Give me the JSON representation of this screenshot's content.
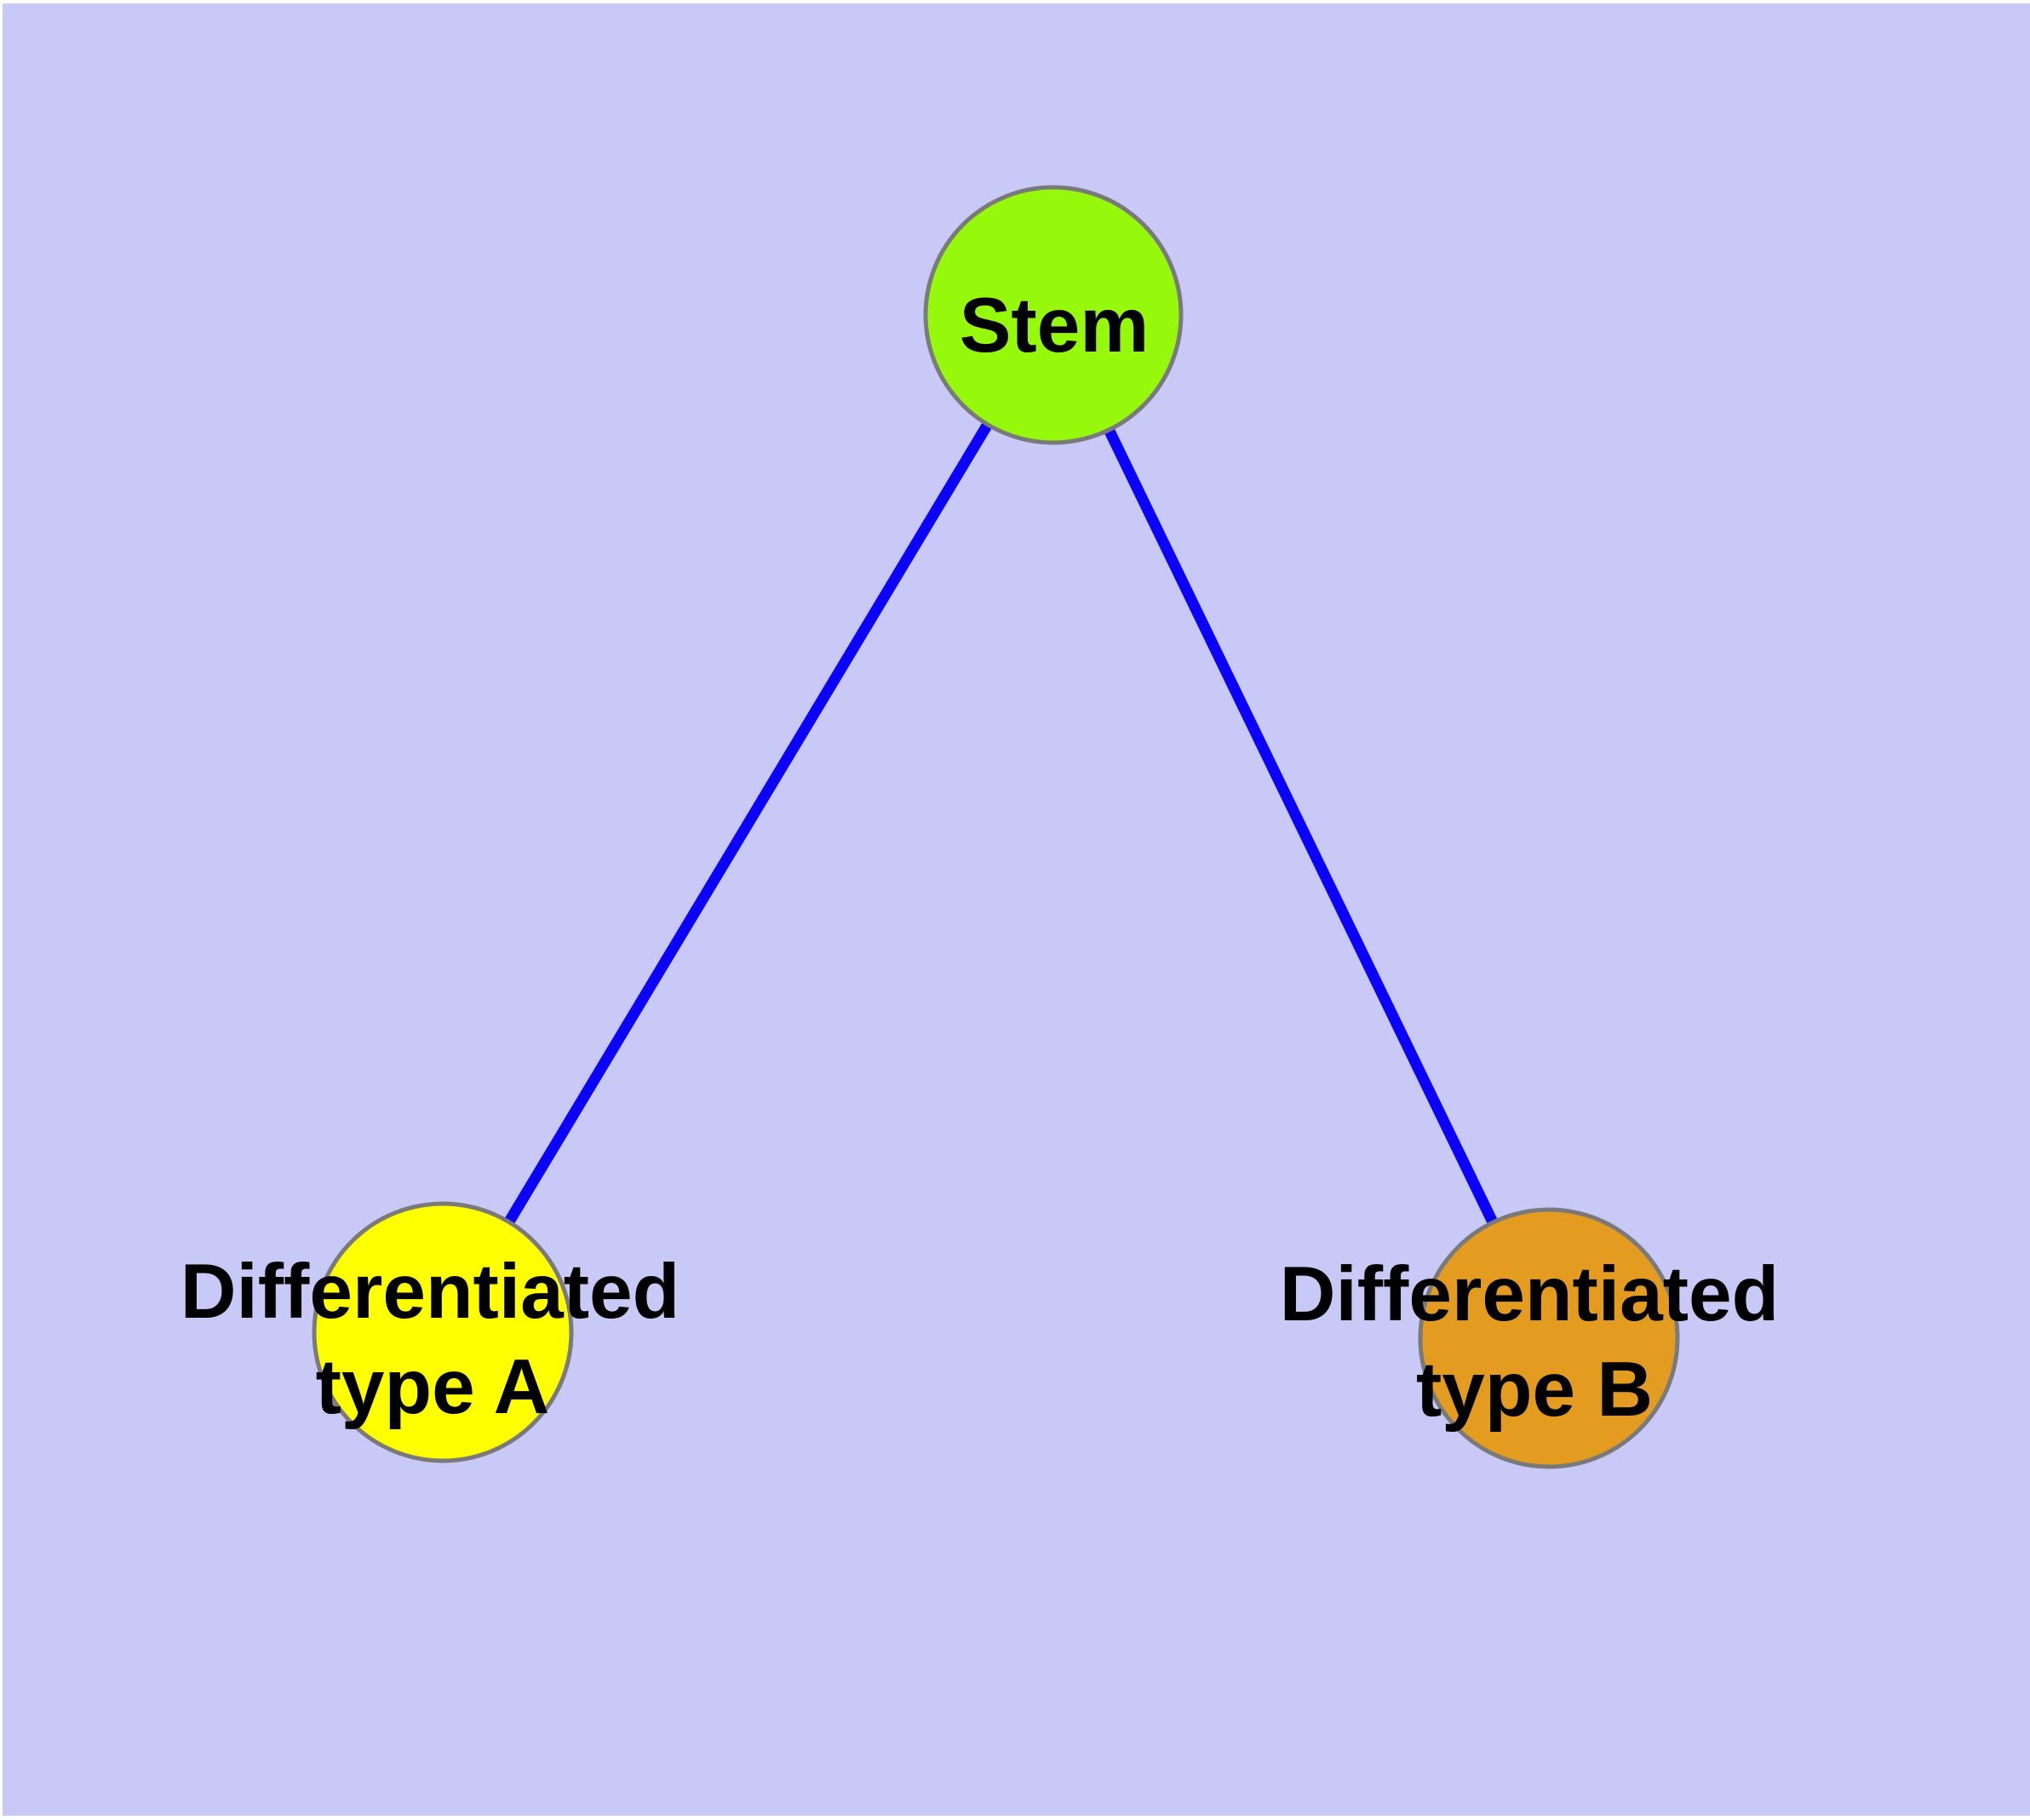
{
  "background_color": "#C9C9F8",
  "page_margin_color": "#FFFFFF",
  "node_border_color": "#7A7A7A",
  "label_text_color": "#000000",
  "graph": {
    "nodes": [
      {
        "id": "stem",
        "lines": [
          "Stem"
        ],
        "color": "#96F80A"
      },
      {
        "id": "differentiated-type-a",
        "lines": [
          "Differentiated",
          "type A"
        ],
        "color": "#FFFF00"
      },
      {
        "id": "differentiated-type-b",
        "lines": [
          "Differentiated",
          "type B"
        ],
        "color": "#E49C20"
      }
    ],
    "edges": [
      {
        "from": "stem",
        "to": "differentiated-type-a",
        "color": "#0B00FA"
      },
      {
        "from": "stem",
        "to": "differentiated-type-b",
        "color": "#0B00FA"
      }
    ]
  }
}
